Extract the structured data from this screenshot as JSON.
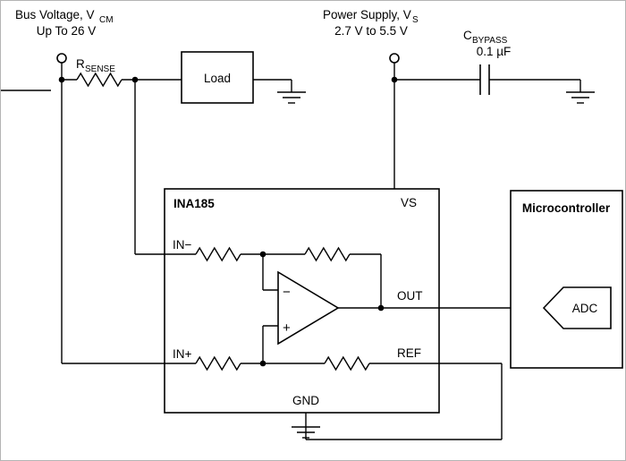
{
  "labels": {
    "bus_main": "Bus Voltage, V",
    "bus_sub": "CM",
    "bus_line2": "Up To 26 V",
    "ps_main": "Power Supply, V",
    "ps_sub": "S",
    "ps_line2": "2.7 V to 5.5 V",
    "cbypass_main": "C",
    "cbypass_sub": "BYPASS",
    "cbypass_value": "0.1 µF",
    "rsense_main": "R",
    "rsense_sub": "SENSE",
    "load": "Load"
  },
  "ina185": {
    "title": "INA185",
    "pin_vs": "VS",
    "pin_in_minus": "IN−",
    "pin_in_plus": "IN+",
    "pin_out": "OUT",
    "pin_ref": "REF",
    "pin_gnd": "GND",
    "opamp_minus": "−",
    "opamp_plus": "+"
  },
  "microcontroller": {
    "title": "Microcontroller",
    "adc_label": "ADC"
  }
}
